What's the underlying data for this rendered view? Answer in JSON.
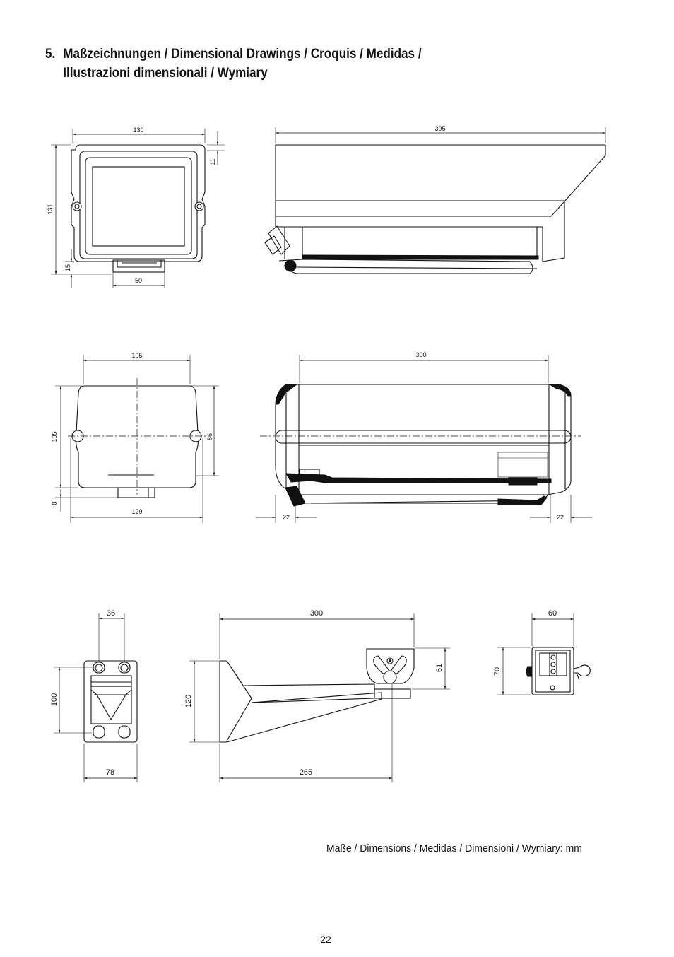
{
  "section": {
    "number": "5.",
    "title_line1": "Maßzeichnungen / Dimensional Drawings / Croquis / Medidas /",
    "title_line2": "Illustrazioni dimensionali / Wymiary"
  },
  "dimensions": {
    "front_width": "130",
    "front_height": "131",
    "front_top": "11",
    "front_bottom": "15",
    "front_foot": "50",
    "side_length": "395",
    "rear_width": "105",
    "rear_height": "105",
    "rear_inner": "86",
    "rear_bottom": "8",
    "rear_base": "129",
    "top_length": "300",
    "top_left_overhang": "22",
    "top_right_overhang": "22",
    "plate_hole_spacing": "36",
    "plate_height": "100",
    "plate_width": "78",
    "bracket_length": "300",
    "bracket_height": "120",
    "bracket_head": "61",
    "bracket_arm": "265",
    "end_width": "60",
    "end_height": "70"
  },
  "caption": "Maße / Dimensions / Medidas / Dimensioni / Wymiary: mm",
  "page_number": "22"
}
